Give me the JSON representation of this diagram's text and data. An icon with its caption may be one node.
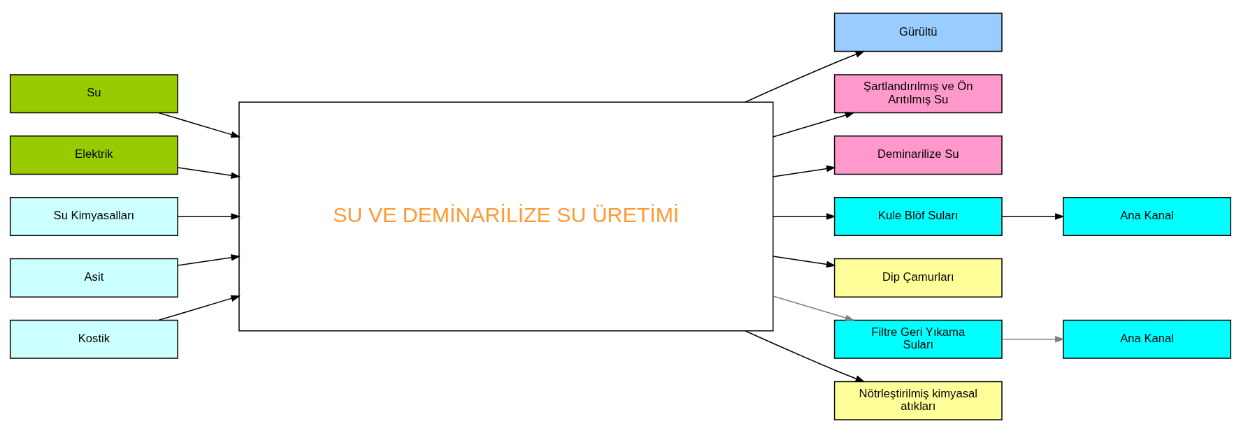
{
  "diagram": {
    "nodes": [
      {
        "text": [
          "SU VE DEMİNARİLİZE SU ÜRETİMİ"
        ]
      },
      {
        "text": [
          "Su"
        ]
      },
      {
        "text": [
          "Elektrik"
        ]
      },
      {
        "text": [
          "Su Kimyasalları"
        ]
      },
      {
        "text": [
          "Asit"
        ]
      },
      {
        "text": [
          "Kostik"
        ]
      },
      {
        "text": [
          "Gürültü"
        ]
      },
      {
        "text": [
          "Şartlandırılmış ve Ön Arıtılmış Su"
        ]
      },
      {
        "text": [
          "Deminarilize Su"
        ]
      },
      {
        "text": [
          "Kule Blöf Suları"
        ]
      },
      {
        "text": [
          "Dip Çamurları"
        ]
      },
      {
        "text": [
          "Filtre Geri Yıkama Suları"
        ]
      },
      {
        "text": [
          "Nötrleştirilmiş kimyasal atıkları"
        ]
      },
      {
        "text": [
          "Ana Kanal"
        ]
      },
      {
        "text": [
          "Ana Kanal"
        ]
      }
    ],
    "edges": [
      {
        "from": 1,
        "to": 0,
        "arrow": "to"
      },
      {
        "from": 2,
        "to": 0,
        "arrow": "to"
      },
      {
        "from": 3,
        "to": 0,
        "arrow": "to"
      },
      {
        "from": 4,
        "to": 0,
        "arrow": "to"
      },
      {
        "from": 5,
        "to": 0,
        "arrow": "to"
      },
      {
        "from": 0,
        "to": 6,
        "arrow": "to"
      },
      {
        "from": 0,
        "to": 7,
        "arrow": "to"
      },
      {
        "from": 0,
        "to": 8,
        "arrow": "to"
      },
      {
        "from": 0,
        "to": 9,
        "arrow": "to"
      },
      {
        "from": 0,
        "to": 10,
        "arrow": "to"
      },
      {
        "from": 0,
        "to": 11,
        "arrow": "to",
        "color": "#808080"
      },
      {
        "from": 0,
        "to": 12,
        "arrow": "to"
      },
      {
        "from": 9,
        "to": 13,
        "arrow": "to"
      },
      {
        "from": 11,
        "to": 14,
        "arrow": "to",
        "color": "#808080"
      }
    ]
  }
}
